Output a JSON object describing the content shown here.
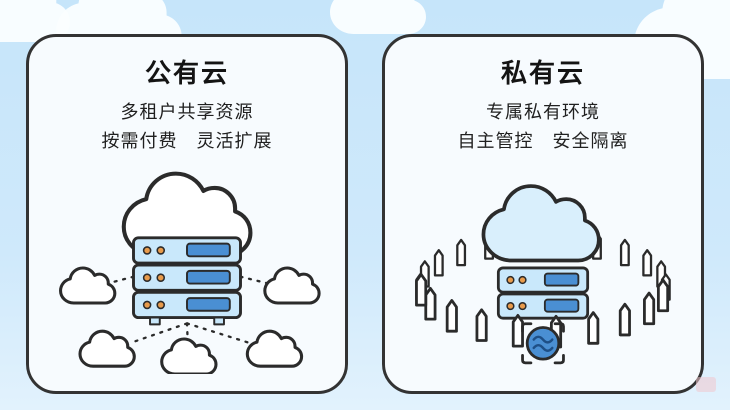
{
  "page": {
    "background_top": "#c6e5fa",
    "background_bottom": "#e2f2fd"
  },
  "colors": {
    "card_background": "#f7fbfe",
    "card_border": "#333333",
    "ink": "#1c1c1c",
    "cloud_white": "#ffffff",
    "server_fill": "#c9e8fb",
    "accent_blue": "#4a8fd3",
    "dot_orange": "#e89b4b",
    "lock_blue": "#4a8fd3"
  },
  "cards": [
    {
      "title": "公有云",
      "desc_line1": "多租户共享资源",
      "desc_line2": "按需付费　灵活扩展",
      "illustration": "cloud-with-servers-linked-to-many-small-clouds"
    },
    {
      "title": "私有云",
      "desc_line1": "专属私有环境",
      "desc_line2": "自主管控　安全隔离",
      "illustration": "cloud-with-servers-inside-fence-with-lock-seal"
    }
  ]
}
